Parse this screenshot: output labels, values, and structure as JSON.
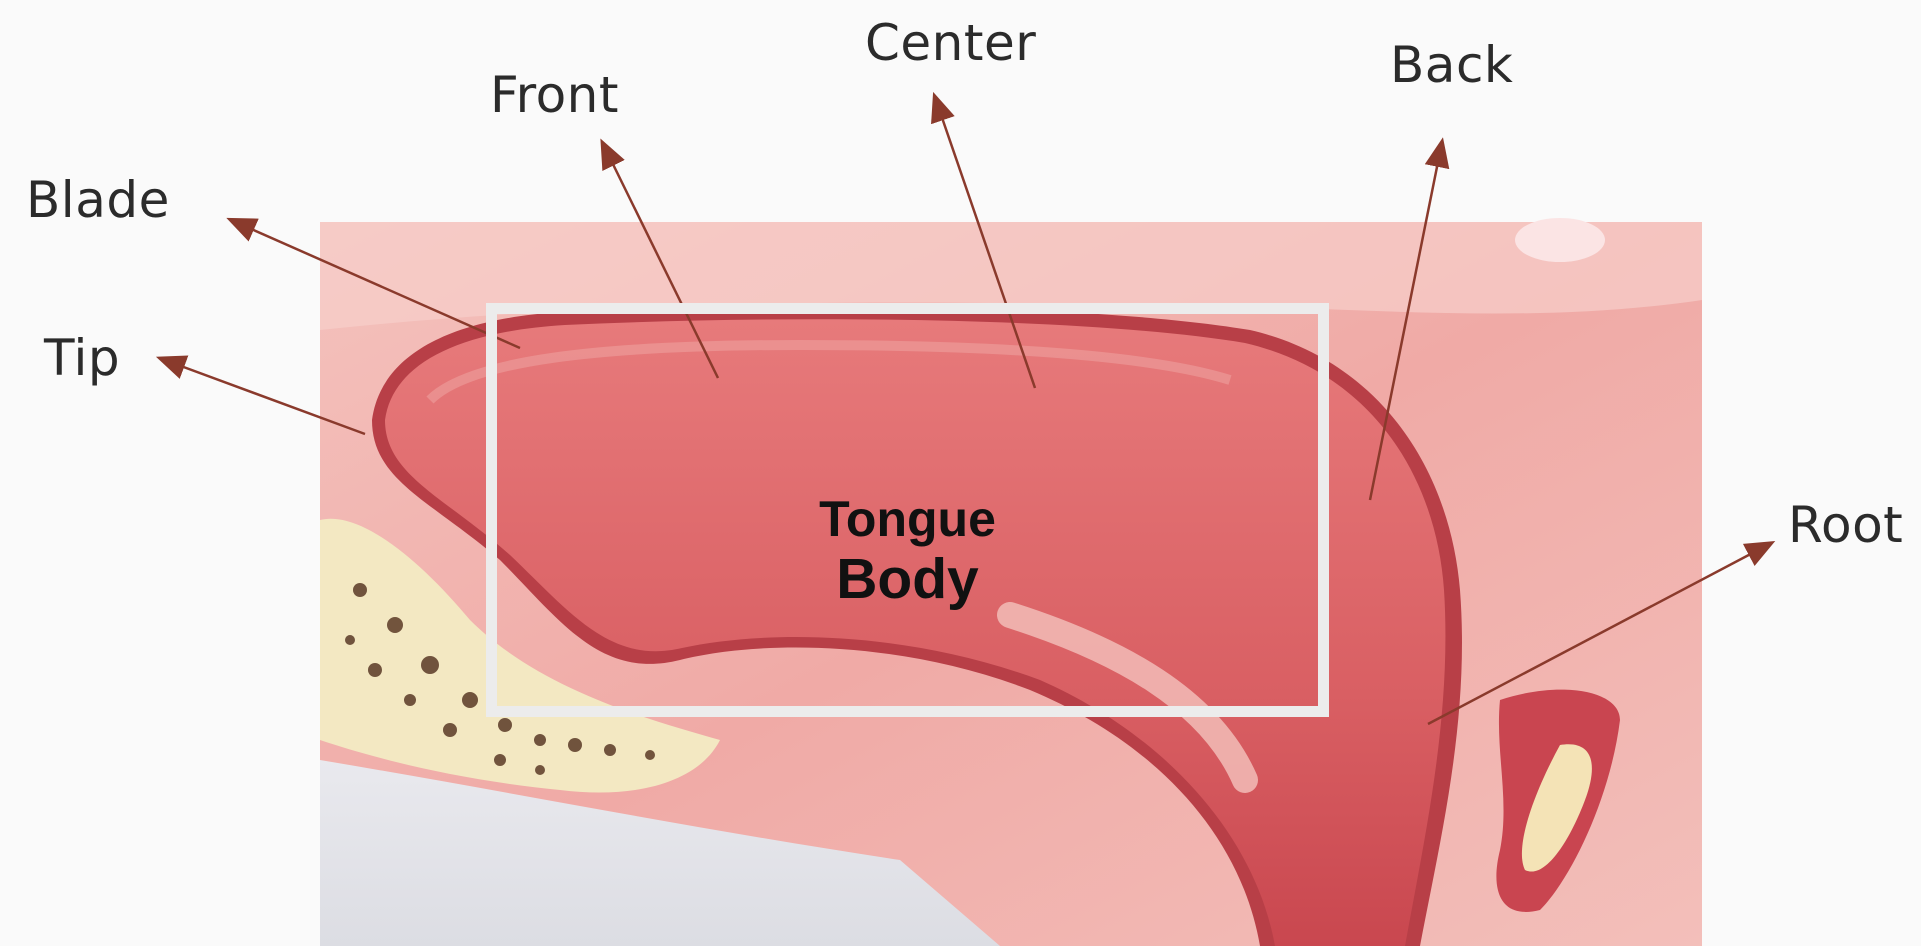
{
  "diagram": {
    "labels": {
      "center": "Center",
      "front": "Front",
      "back": "Back",
      "blade": "Blade",
      "tip": "Tip",
      "root": "Root"
    },
    "highlight": {
      "line1": "Tongue",
      "line2": "Body"
    }
  },
  "colors": {
    "tongue": "#d85a5e",
    "tongue_shadow": "#b73d45",
    "tissue": "#f1b0ab",
    "bone": "#f2e6bd",
    "arrow": "#8a3a2c",
    "box_border": "#ececec"
  }
}
